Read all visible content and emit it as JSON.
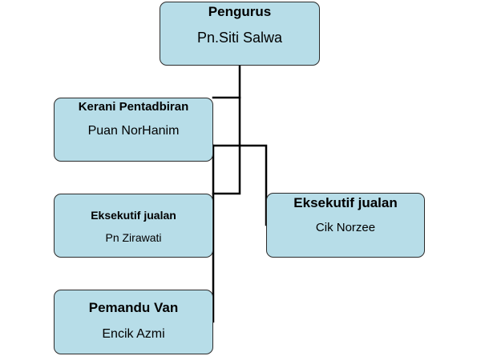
{
  "org": {
    "pengurus": {
      "title": "Pengurus",
      "name": "Pn.Siti Salwa"
    },
    "kerani": {
      "title": "Kerani Pentadbiran",
      "name": "Puan NorHanim"
    },
    "eksekutif_left": {
      "title": "Eksekutif jualan",
      "name": "Pn Zirawati"
    },
    "eksekutif_right": {
      "title": "Eksekutif jualan",
      "name": "Cik Norzee"
    },
    "pemandu": {
      "title": "Pemandu Van",
      "name": "Encik Azmi"
    }
  },
  "colors": {
    "box_fill": "#b7dde8",
    "box_border": "#2b2b2b",
    "connector": "#000000"
  }
}
